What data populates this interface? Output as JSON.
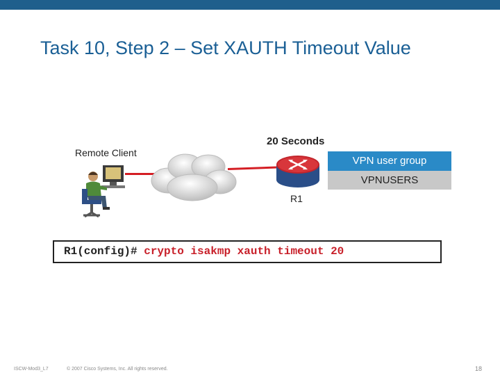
{
  "slide": {
    "title": "Task 10, Step 2 – Set XAUTH Timeout Value",
    "colors": {
      "top_bar": "#1f5f8c",
      "title": "#1a5f95",
      "link": "#d41e24",
      "group_header": "#2a8ac7",
      "group_value": "#c8c8c8",
      "command_highlight": "#c8202a"
    }
  },
  "diagram": {
    "remote_client_label": "Remote Client",
    "timeout_label": "20 Seconds",
    "router_label": "R1",
    "group_header": "VPN user group",
    "group_value": "VPNUSERS",
    "icons": [
      "user-at-computer-icon",
      "internet-cloud-icon",
      "router-icon"
    ]
  },
  "command": {
    "prompt": "R1(config)#",
    "text": "crypto isakmp xauth timeout 20"
  },
  "footer": {
    "course_code": "ISCW-Mod3_L7",
    "copyright": "© 2007 Cisco Systems, Inc. All rights reserved.",
    "page_number": "18"
  }
}
